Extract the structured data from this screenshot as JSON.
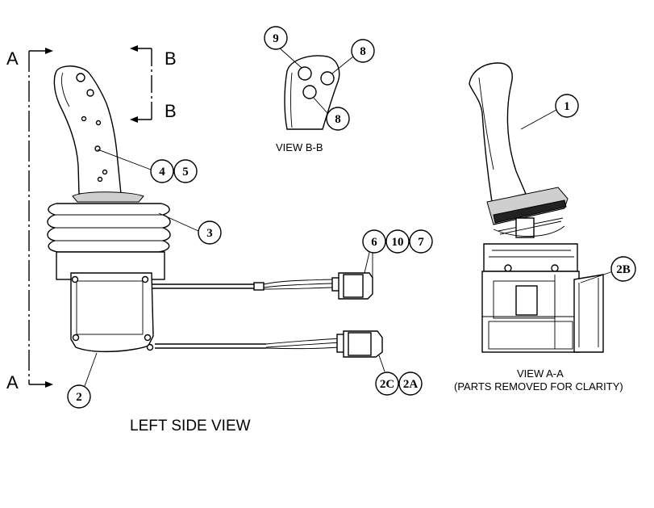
{
  "section_markers": {
    "a_top": "A",
    "a_bottom": "A",
    "b_top": "B",
    "b_bottom": "B"
  },
  "views": {
    "left_side": "LEFT SIDE VIEW",
    "view_bb": "VIEW B-B",
    "view_aa": "VIEW A-A",
    "view_aa_note": "(PARTS REMOVED FOR CLARITY)"
  },
  "callouts": {
    "c9": "9",
    "c8_top": "8",
    "c8_bottom": "8",
    "c1": "1",
    "c4": "4",
    "c5": "5",
    "c3": "3",
    "c6": "6",
    "c10": "10",
    "c7": "7",
    "c2b": "2B",
    "c2": "2",
    "c2c": "2C",
    "c2a": "2A"
  }
}
